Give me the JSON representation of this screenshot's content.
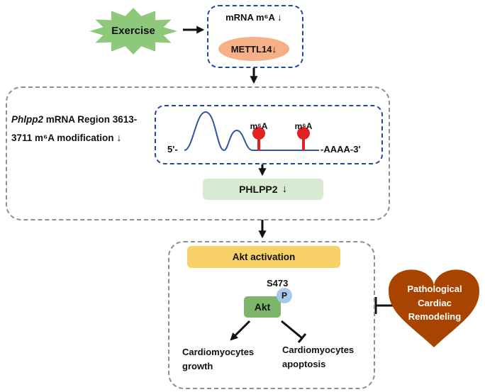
{
  "exercise": {
    "label": "Exercise"
  },
  "top_box": {
    "mrna_label": "mRNA m⁶A",
    "mrna_arrow": "↓",
    "mettl14_label": "METTL14",
    "mettl14_arrow": "↓"
  },
  "phlpp2_section": {
    "gene_italic": "Phlpp2",
    "line1_rest": " mRNA Region 3613-",
    "line2": "3711 m⁶A modification ",
    "down_arrow": "↓",
    "five_prime": "5'-",
    "three_prime": "-AAAA-3'",
    "m6a_site_1": "m⁶A",
    "m6a_site_2": "m⁶A",
    "phlpp2_label": "PHLPP2",
    "phlpp2_arrow": "↓"
  },
  "akt_section": {
    "activation_label": "Akt activation",
    "phospho_site": "S473",
    "akt_label": "Akt",
    "phospho_label": "P",
    "growth_line1": "Cardiomyocytes",
    "growth_line2": "growth",
    "apoptosis_line1": "Cardiomyocytes",
    "apoptosis_line2": "apoptosis"
  },
  "heart": {
    "line1": "Pathological",
    "line2": "Cardiac",
    "line3": "Remodeling"
  },
  "colors": {
    "exercise_green": "#8dc87b",
    "mettl14_orange": "#f5b085",
    "phlpp2_green": "#d9ead3",
    "akt_yellow": "#f8d169",
    "akt_green": "#7db56b",
    "phospho_blue": "#a9c9e9",
    "m6a_red": "#e02222",
    "heart_brown": "#a84300",
    "dashed_blue": "#23499e",
    "mrna_line_blue": "#2f55a4"
  }
}
